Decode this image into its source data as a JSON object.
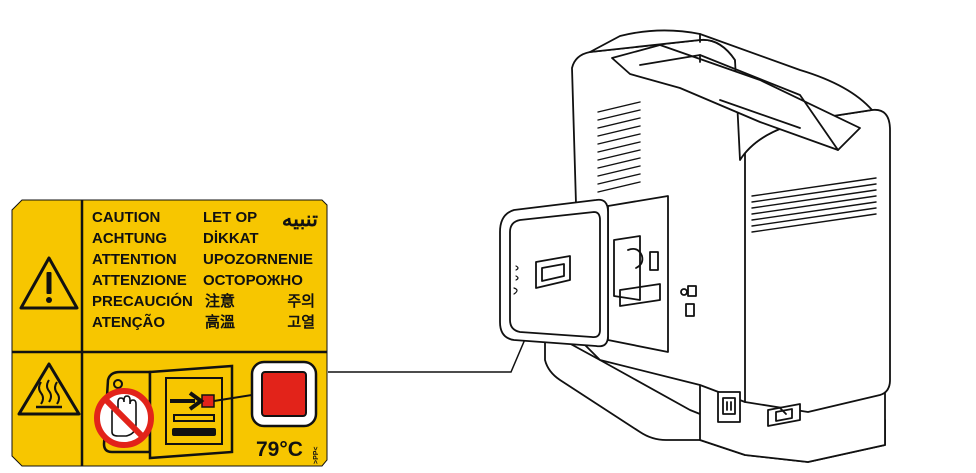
{
  "colors": {
    "label_background": "#f7c600",
    "outline": "#111111",
    "prohibition": "#e2231a",
    "hot_indicator": "#e2231a",
    "printer_body": "#ffffff"
  },
  "icons": [
    "warning-triangle-icon",
    "hot-surface-icon",
    "no-touch-icon",
    "arrow-icon"
  ],
  "caution_label": {
    "left_column": [
      "CAUTION",
      "ACHTUNG",
      "ATTENTION",
      "ATTENZIONE",
      "PRECAUCIÓN",
      "ATENÇÃO"
    ],
    "right_column": [
      "LET OP",
      "DİKKAT",
      "UPOZORNENIE",
      "ОСТОРОЖНО"
    ],
    "arabic": "تنبيه",
    "cjk_row1": [
      "注意",
      "주의"
    ],
    "cjk_row2": [
      "高溫",
      "고열"
    ],
    "temperature": "79°C",
    "material_code": ">PP<"
  }
}
